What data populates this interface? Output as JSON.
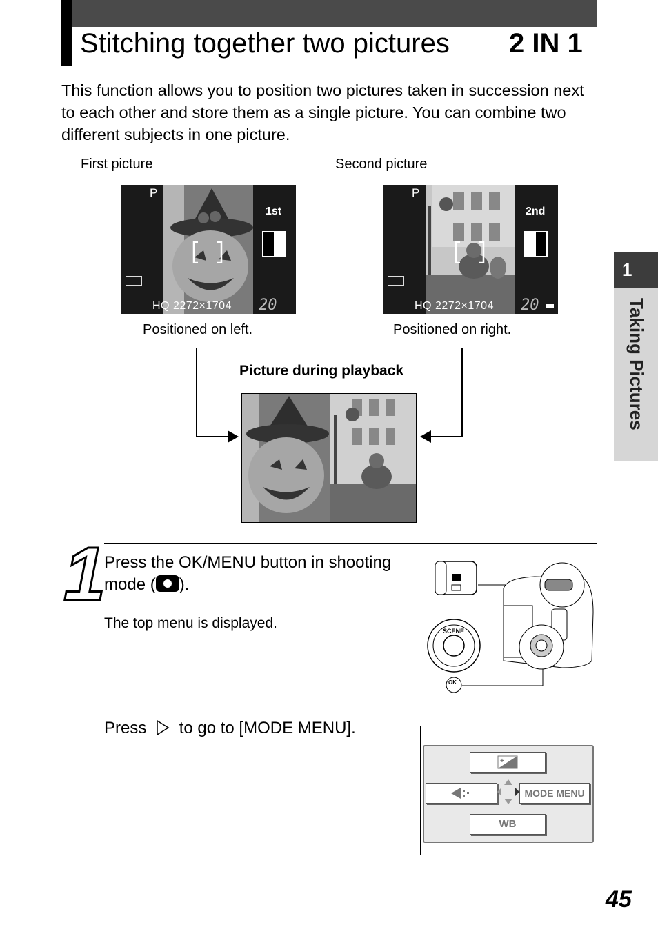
{
  "header": {
    "title": "Stitching together two pictures",
    "code": "2 IN 1"
  },
  "intro": "This function allows you to position two pictures taken in succession next to each other and store them as a single picture. You can combine two different subjects in one picture.",
  "figure": {
    "first_caption": "First picture",
    "second_caption": "Second picture",
    "first_screen": {
      "mode": "P",
      "position": "1st",
      "quality": "HQ 2272×1704",
      "count": "20"
    },
    "second_screen": {
      "mode": "P",
      "position": "2nd",
      "quality": "HQ 2272×1704",
      "count": "20"
    },
    "left_note": "Positioned on left.",
    "right_note": "Positioned on right.",
    "playback_label": "Picture during playback"
  },
  "steps": [
    {
      "number": "1",
      "text_before_icon": "Press the OK/MENU button in shooting mode (",
      "text_after_icon": ").",
      "sub": "The top menu is displayed.",
      "diagram": {
        "scene_label": "SCENE",
        "ok_label": "OK"
      }
    },
    {
      "text_before_icon": "Press",
      "text_after_icon": "to go to [MODE MENU].",
      "menu": {
        "right_item": "MODE MENU",
        "bottom_item": "WB"
      }
    }
  ],
  "side_tab": {
    "number": "1",
    "label": "Taking Pictures"
  },
  "page_number": "45",
  "colors": {
    "title_bar": "#4a4a4a",
    "tab_dark": "#3c3c3c",
    "tab_light": "#d6d6d6"
  }
}
